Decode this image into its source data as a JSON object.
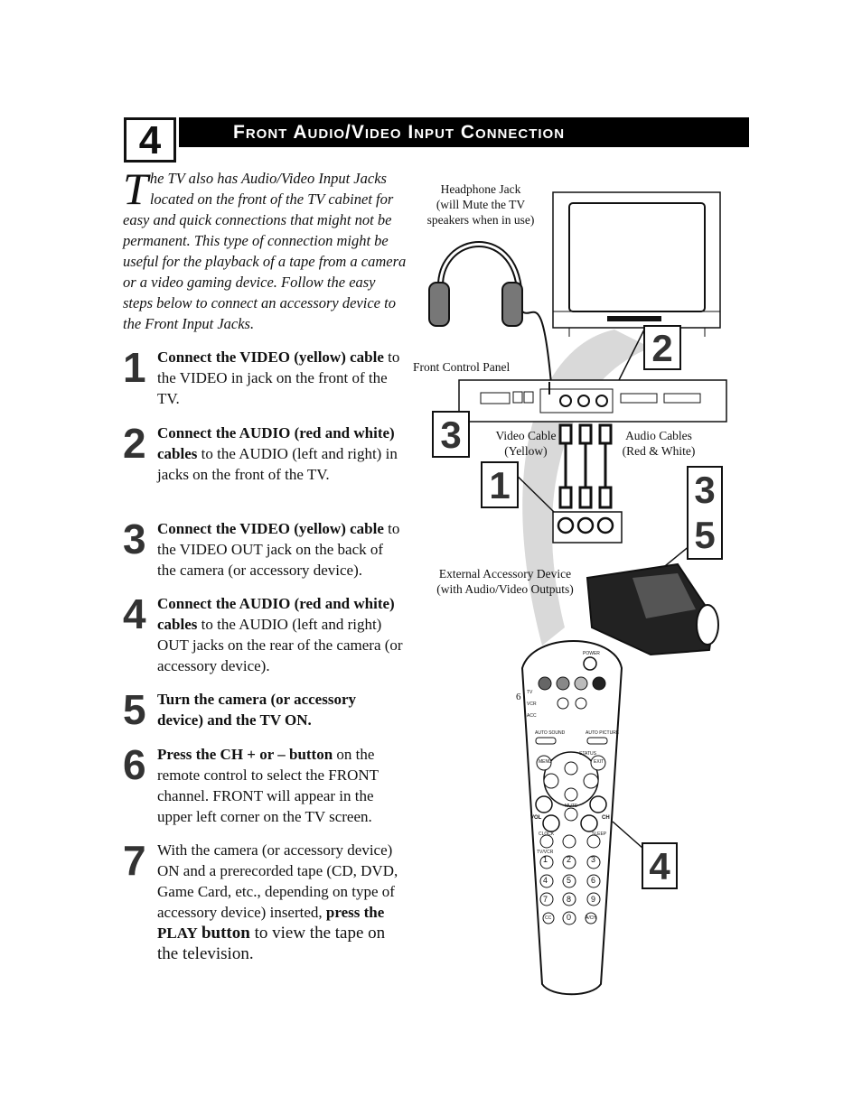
{
  "section": {
    "number": "4",
    "title": "Front Audio/Video Input Connection"
  },
  "intro": {
    "dropcap": "T",
    "text": "he TV also has Audio/Video Input Jacks located on the front of the TV cabinet for easy and quick connections that might not be permanent. This type of connection might be useful for the playback of a tape from a camera or a video gaming device. Follow the easy steps below to connect an accessory device to the Front Input Jacks."
  },
  "steps": [
    {
      "num": "1",
      "bold": "Connect the VIDEO (yellow) cable",
      "text": " to the VIDEO in jack on the front of the TV."
    },
    {
      "num": "2",
      "bold": "Connect the AUDIO (red and white) cables",
      "text": " to the AUDIO (left and right) in jacks on the front of the TV."
    },
    {
      "num": "3",
      "bold": "Connect the VIDEO (yellow) cable",
      "text": " to the VIDEO OUT jack on the back of the camera (or accessory device)."
    },
    {
      "num": "4",
      "bold": "Connect the AUDIO (red and white) cables",
      "text": " to the AUDIO (left and right) OUT jacks on the rear of the camera (or accessory device)."
    },
    {
      "num": "5",
      "bold": "Turn the camera (or accessory device) and the TV ON.",
      "text": ""
    },
    {
      "num": "6",
      "bold": "Press the CH + or – button",
      "text": " on the remote control to select the FRONT channel. FRONT will appear in the upper left corner on the TV screen."
    },
    {
      "num": "7",
      "text_a": "With the camera (or accessory device) ON and a prerecorded tape (CD, DVD, Game Card, etc., depending on type of accessory device) inserted, ",
      "bold_a": "press the PLAY",
      "bold_b": "button",
      "text_b": " to view the tape on the television."
    }
  ],
  "diagram": {
    "headphone_label": [
      "Headphone Jack",
      "(will Mute the TV",
      "speakers when in use)"
    ],
    "front_panel_label": "Front Control Panel",
    "video_cable_label": [
      "Video Cable",
      "(Yellow)"
    ],
    "audio_cables_label": [
      "Audio Cables",
      "(Red & White)"
    ],
    "external_device_label": [
      "External Accessory Device",
      "(with Audio/Video Outputs)"
    ],
    "callouts": {
      "c2": "2",
      "c3": "3",
      "c1": "1",
      "c35a": "3",
      "c35b": "5",
      "c4": "4"
    },
    "remote": {
      "power": "POWER",
      "tv": "TV",
      "vcr": "VCR",
      "acc": "ACC",
      "auto_sound": "AUTO SOUND",
      "auto_picture": "AUTO PICTURE",
      "status": "STATUS",
      "menu": "MENU",
      "exit": "EXIT",
      "mute": "MUTE",
      "vol": "VOL",
      "ch": "CH",
      "clock": "CLOCK",
      "sleep": "SLEEP",
      "tvvcr": "TV/VCR",
      "digits": [
        "1",
        "2",
        "3",
        "4",
        "5",
        "6",
        "7",
        "8",
        "9",
        "0"
      ],
      "cc": "CC",
      "ach": "A/CH",
      "side_mark": "6"
    }
  }
}
